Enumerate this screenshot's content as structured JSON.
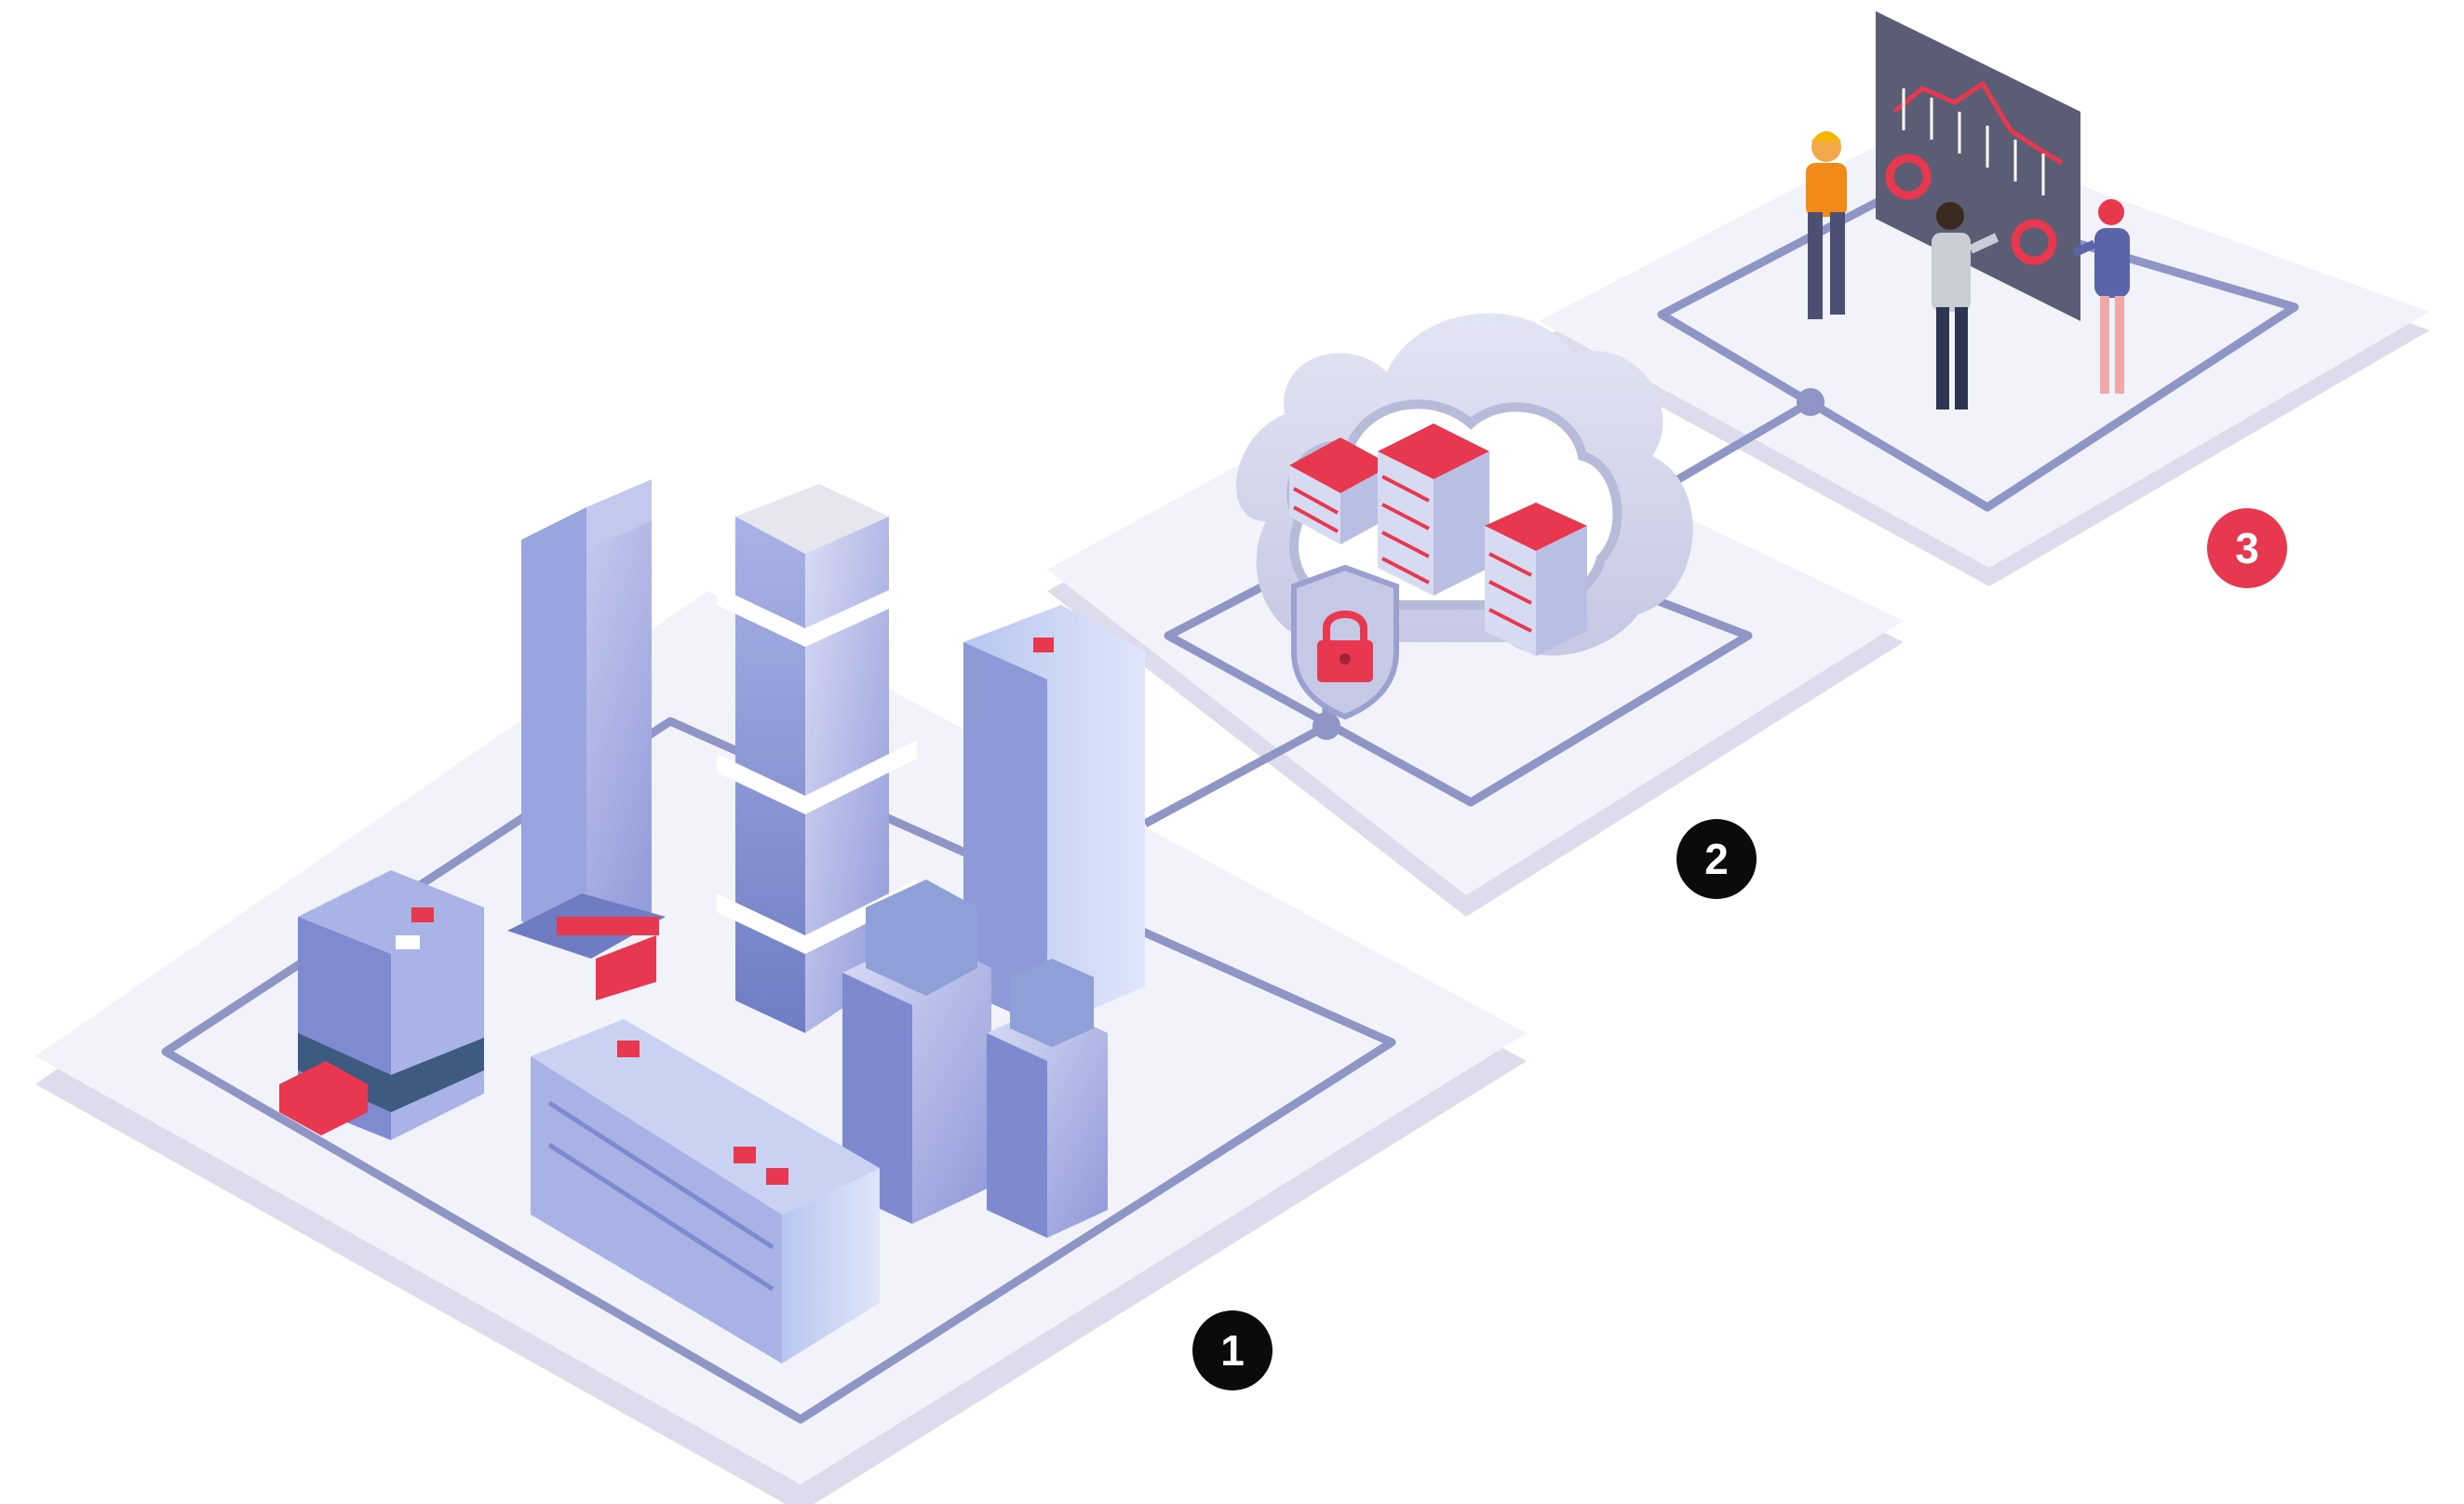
{
  "steps": [
    {
      "label": "1",
      "color": "#0b0b0b",
      "stage": "city-buildings"
    },
    {
      "label": "2",
      "color": "#0b0b0b",
      "stage": "secure-cloud"
    },
    {
      "label": "3",
      "color": "#e8384f",
      "stage": "analytics-team"
    }
  ],
  "palette": {
    "platform_top": "#f2f2fb",
    "platform_side": "#dcdcec",
    "track": "#8f95c5",
    "glass_light": "#c9cdf0",
    "glass_mid": "#9ea6dc",
    "glass_dark": "#6e78bf",
    "accent_red": "#e8384f",
    "dashboard": "#5b5d75"
  },
  "icons": [
    "server-rack-icon",
    "padlock-shield-icon",
    "cloud-icon",
    "dashboard-screen-icon"
  ]
}
